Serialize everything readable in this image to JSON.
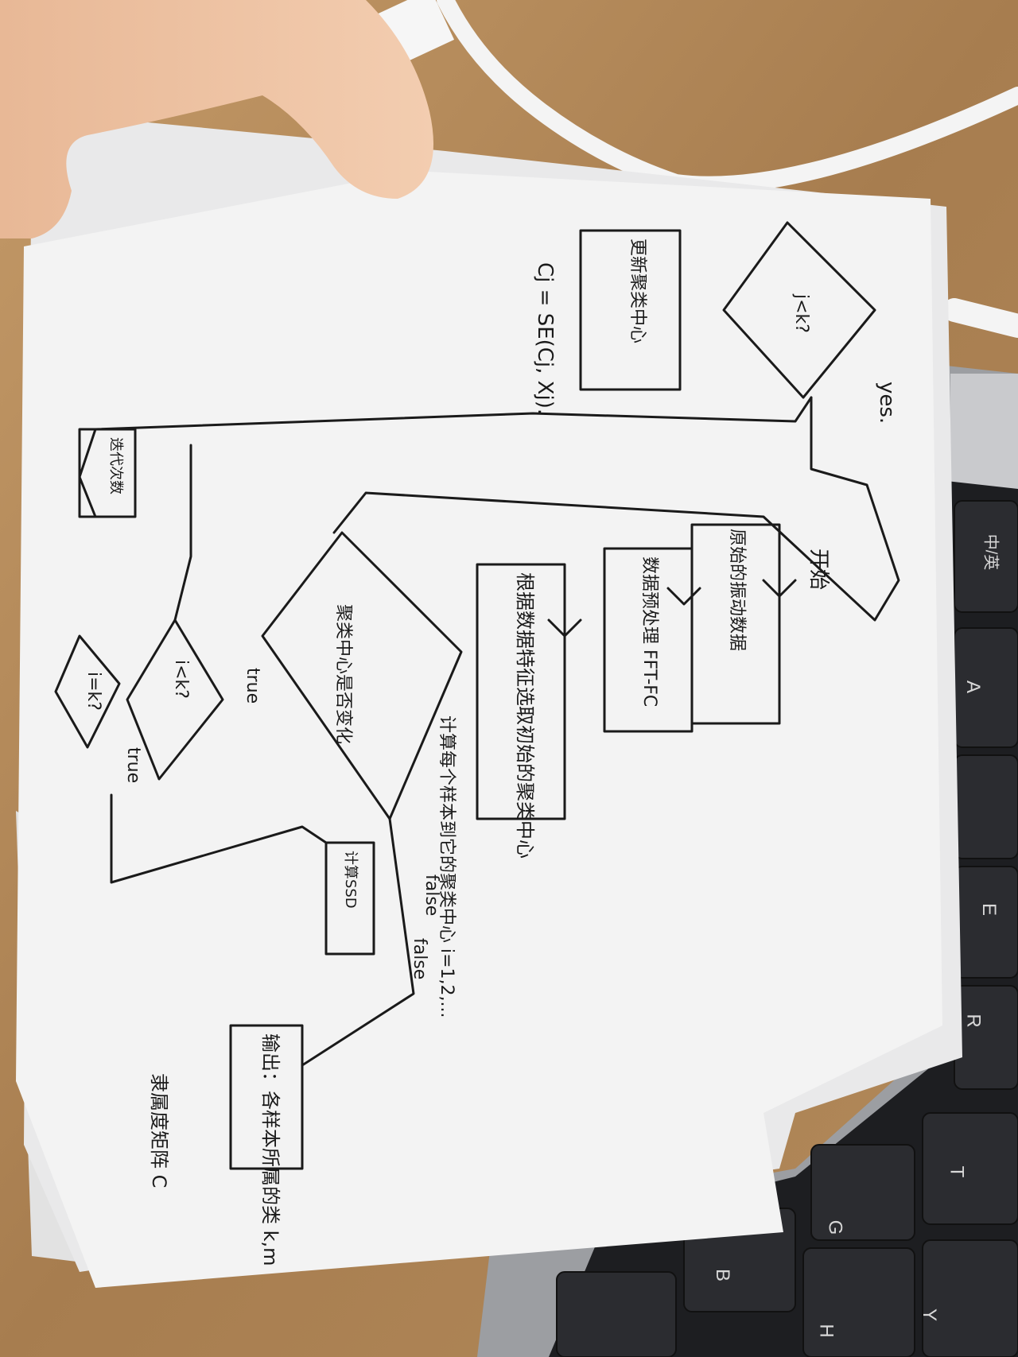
{
  "photo": {
    "subject": "hand-drawn-flowchart-sketch",
    "flowchart": {
      "start": "开始",
      "steps": [
        "原始的振动数据",
        "数据预处理 FFT-FC",
        "根据数据特征选取初始的聚类中心",
        "计算每个样本到它的聚类中心 i=1,2,...",
        "更新聚类中心",
        "Cj = SE(Cj, Xj)."
      ],
      "conditions": [
        "聚类中心是否变化",
        "i<k?",
        "i=k?",
        "j<k?"
      ],
      "branch_labels": [
        "yes.",
        "true",
        "false",
        "true",
        "false"
      ],
      "outputs": [
        "计算SSD",
        "迭代次数"
      ],
      "final_output": [
        "输出：各样本所属的类 k,m",
        "隶属度矩阵 C"
      ]
    },
    "keyboard_keys": [
      "中/英",
      "A",
      "E",
      "R",
      "T",
      "G",
      "Y",
      "H",
      "B"
    ]
  }
}
